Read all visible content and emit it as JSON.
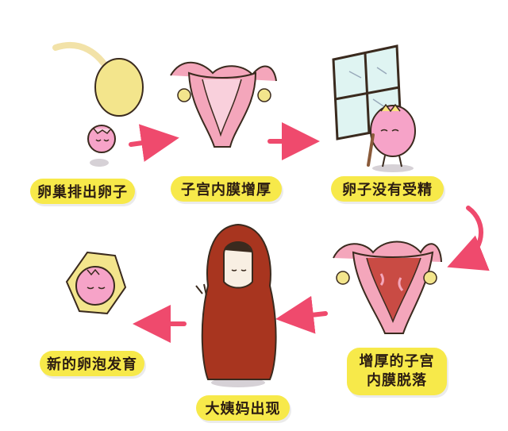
{
  "labels": {
    "step1": "卵巢排出卵子",
    "step2": "子宫内膜增厚",
    "step3": "卵子没有受精",
    "step4_line1": "增厚的子宫",
    "step4_line2": "内膜脱落",
    "step5": "大姨妈出现",
    "step6": "新的卵泡发育"
  },
  "colors": {
    "label_bg": "#f7e94a",
    "arrow": "#ef4a6d",
    "uterus_pink": "#f4a6bb",
    "ovary_yellow": "#f3e58c",
    "egg_pink": "#f6a3c8",
    "cloak_red": "#a8351f"
  },
  "icons": [
    "ovary-icon",
    "egg-icon",
    "uterus-icon",
    "window-icon",
    "old-egg-icon",
    "shedding-uterus-icon",
    "hooded-girl-icon",
    "follicle-icon",
    "arrow-icon"
  ]
}
